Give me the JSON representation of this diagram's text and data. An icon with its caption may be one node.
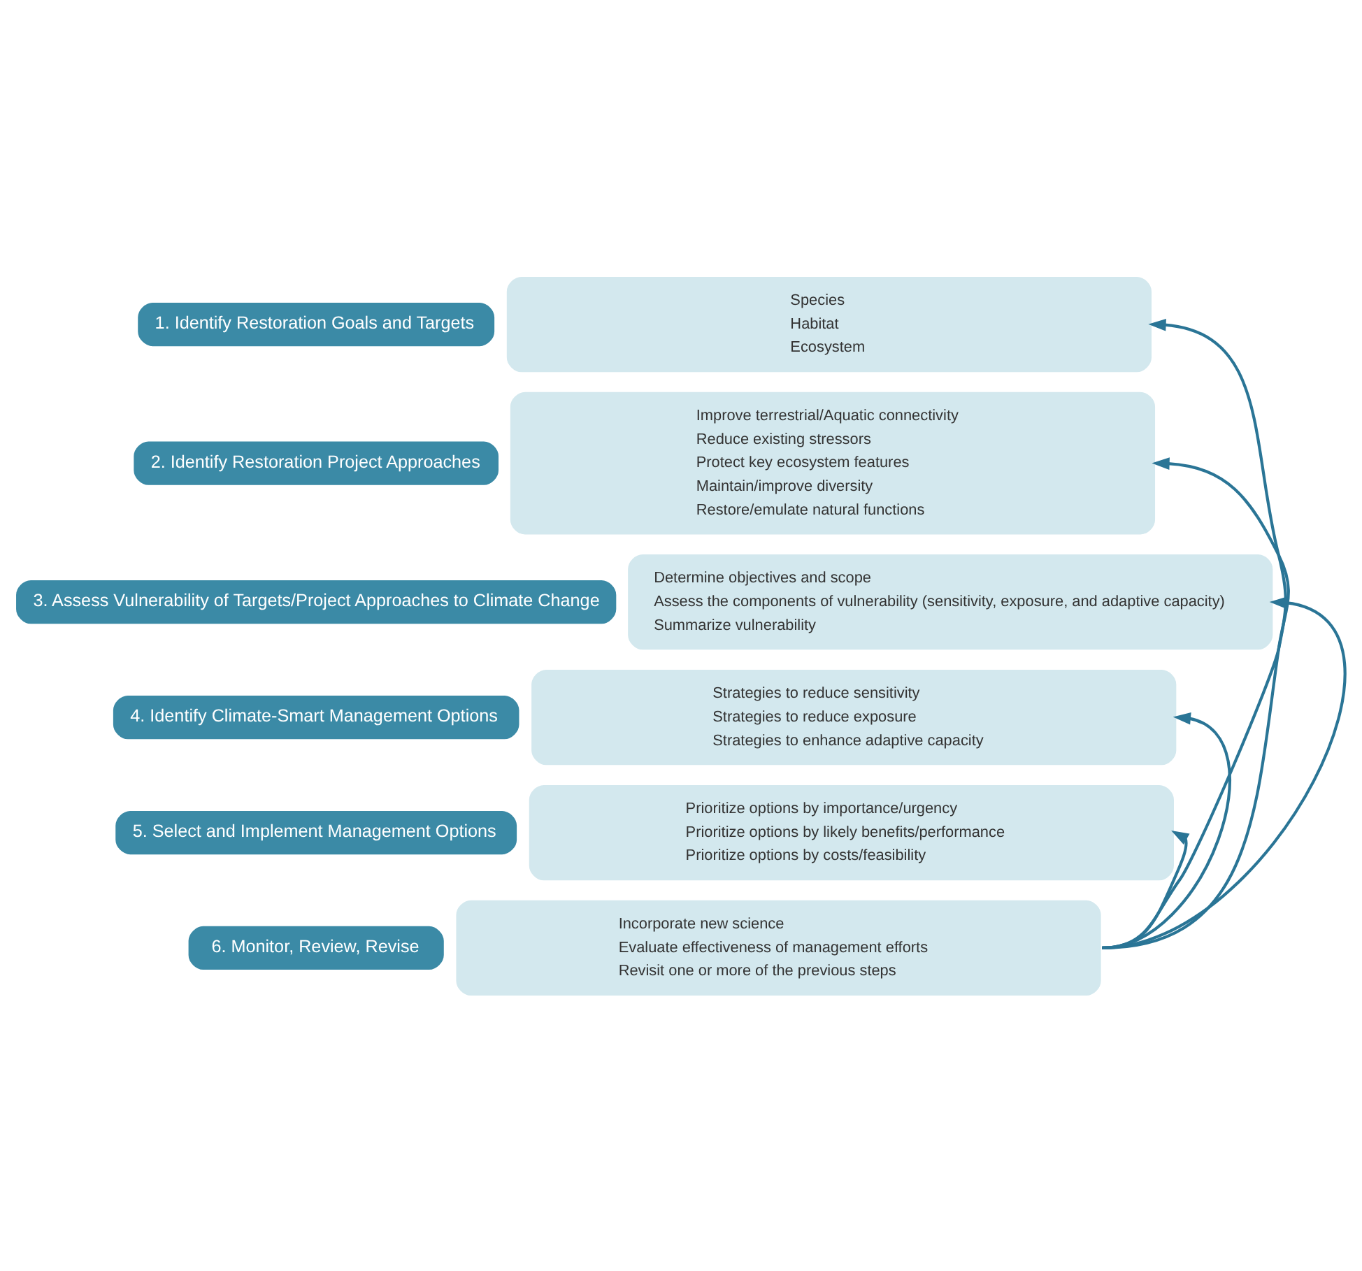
{
  "diagram": {
    "nodes": [
      {
        "text": [
          "1. Identify Restoration Goals and Targets"
        ]
      },
      {
        "text": [
          "Species",
          "Habitat",
          "Ecosystem"
        ]
      },
      {
        "text": [
          "2. Identify Restoration Project Approaches"
        ]
      },
      {
        "text": [
          "Improve terrestrial/Aquatic connectivity",
          "Reduce existing stressors",
          "Protect key ecosystem features",
          "Maintain/improve diversity",
          "Restore/emulate natural functions"
        ]
      },
      {
        "text": [
          "3. Assess Vulnerability of Targets/Project Approaches to Climate Change"
        ]
      },
      {
        "text": [
          "Determine objectives and scope",
          "Assess the components of vulnerability (sensitivity, exposure, and adaptive capacity)",
          "Summarize vulnerability"
        ]
      },
      {
        "text": [
          "4. Identify Climate-Smart Management Options"
        ]
      },
      {
        "text": [
          "Strategies to reduce sensitivity",
          "Strategies to reduce exposure",
          "Strategies to enhance adaptive capacity"
        ]
      },
      {
        "text": [
          "5. Select and Implement Management Options"
        ]
      },
      {
        "text": [
          "Prioritize options by importance/urgency",
          "Prioritize options by likely benefits/performance",
          "Prioritize options by costs/feasibility"
        ]
      },
      {
        "text": [
          "6. Monitor, Review, Revise"
        ]
      },
      {
        "text": [
          "Incorporate new science",
          "Evaluate effectiveness of management efforts",
          "Revisit one or more of the previous steps"
        ]
      }
    ],
    "edges": [
      {
        "from": 11,
        "to": 1,
        "arrow": "to"
      },
      {
        "from": 11,
        "to": 3,
        "arrow": "to"
      },
      {
        "from": 11,
        "to": 5,
        "arrow": "to"
      },
      {
        "from": 11,
        "to": 7,
        "arrow": "to"
      },
      {
        "from": 11,
        "to": 9,
        "arrow": "to"
      }
    ]
  }
}
